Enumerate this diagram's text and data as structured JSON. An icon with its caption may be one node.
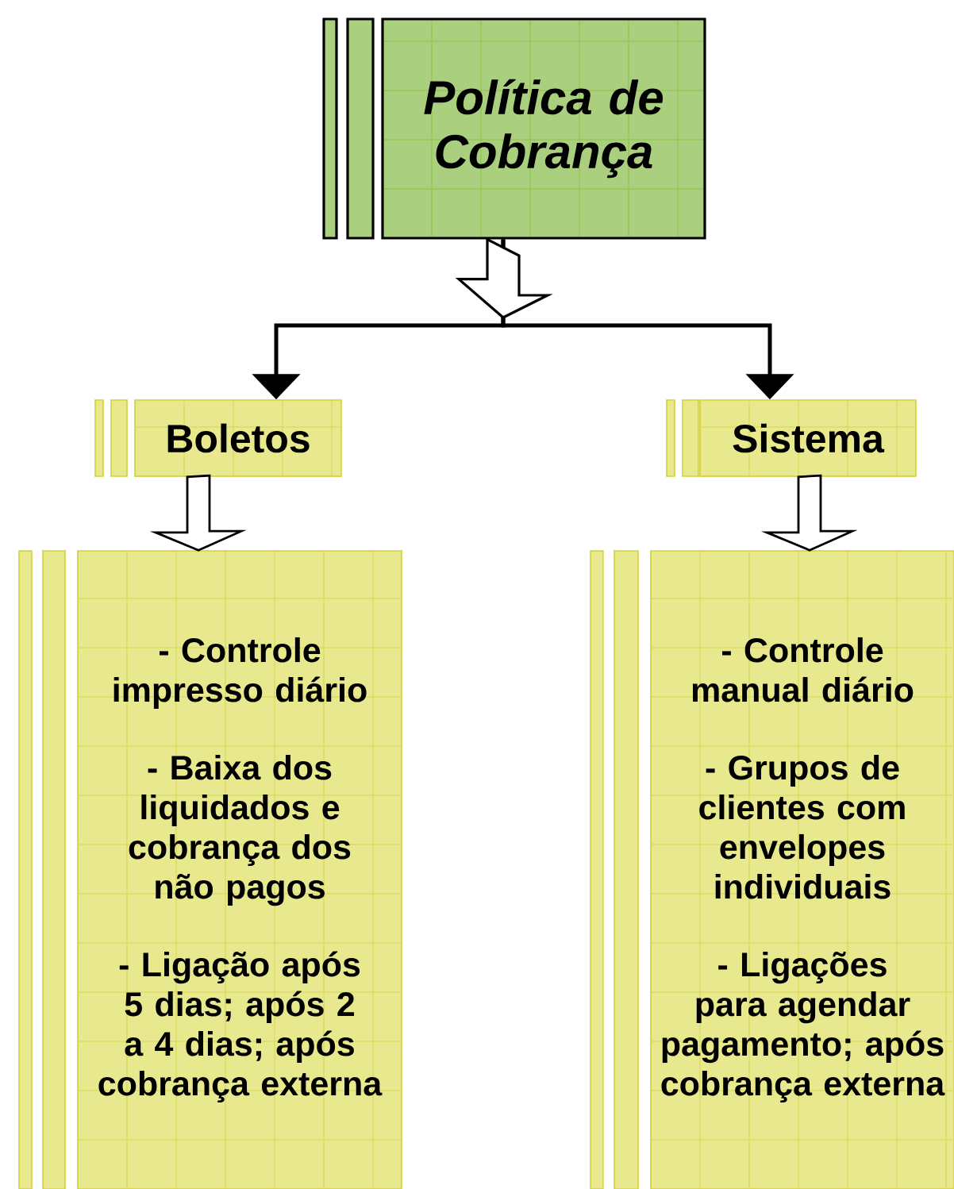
{
  "diagram": {
    "nodes": [
      {
        "text": [
          "Política de Cobrança"
        ]
      },
      {
        "text": [
          "Boletos"
        ]
      },
      {
        "text": [
          "Sistema"
        ]
      },
      {
        "text": [
          "- Controle impresso diário",
          "- Baixa dos liquidados e cobrança dos não pagos",
          "- Ligação após 5 dias; após 2 a 4 dias; após cobrança externa"
        ]
      },
      {
        "text": [
          "- Controle manual diário",
          "- Grupos de clientes com envelopes individuais",
          "- Ligações para agendar pagamento; após cobrança externa"
        ]
      }
    ],
    "edges": [
      {
        "from": 0,
        "to": 1,
        "arrow": "to"
      },
      {
        "from": 0,
        "to": 2,
        "arrow": "to"
      },
      {
        "from": 1,
        "to": 3,
        "arrow": "to"
      },
      {
        "from": 2,
        "to": 4,
        "arrow": "to"
      }
    ]
  }
}
